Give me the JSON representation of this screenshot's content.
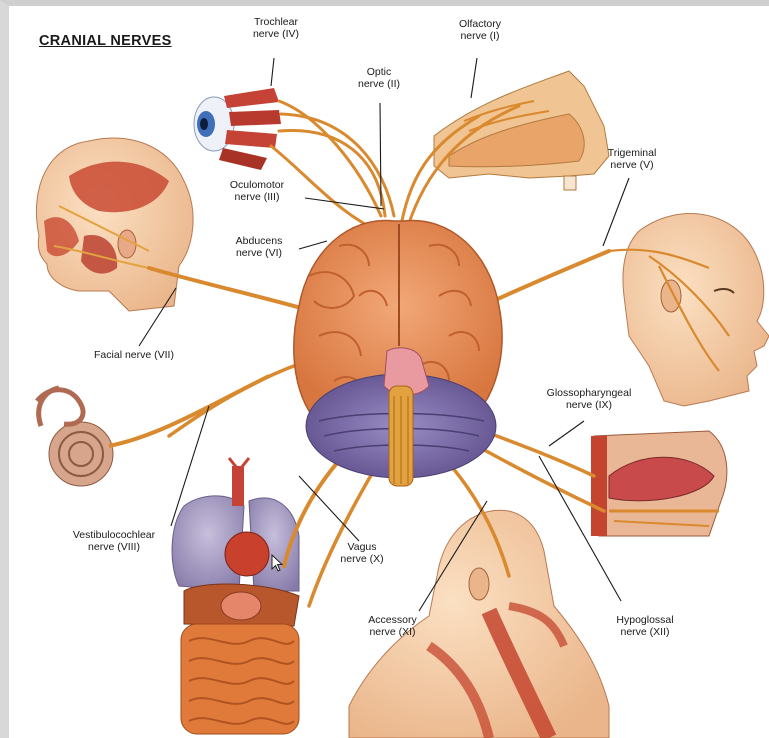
{
  "title": "CRANIAL NERVES",
  "labels": {
    "trochlear": [
      "Trochlear",
      "nerve (IV)"
    ],
    "olfactory": [
      "Olfactory",
      "nerve (I)"
    ],
    "optic": [
      "Optic",
      "nerve (II)"
    ],
    "trigeminal": [
      "Trigeminal",
      "nerve (V)"
    ],
    "oculomotor": [
      "Oculomotor",
      "nerve (III)"
    ],
    "abducens": [
      "Abducens",
      "nerve (VI)"
    ],
    "facial": [
      "Facial nerve (VII)"
    ],
    "glossopharyngeal": [
      "Glossopharyngeal",
      "nerve (IX)"
    ],
    "vestibulocochlear": [
      "Vestibulocochlear",
      "nerve (VIII)"
    ],
    "vagus": [
      "Vagus",
      "nerve (X)"
    ],
    "accessory": [
      "Accessory",
      "nerve (XI)"
    ],
    "hypoglossal": [
      "Hypoglossal",
      "nerve (XII)"
    ]
  },
  "colors": {
    "nerve": "#d9892e",
    "nerve_dark": "#a8621a",
    "brain": "#e7935a",
    "brain_fold": "#c96a35",
    "cerebellum": "#7a6aa8",
    "skin": "#f4caa0",
    "muscle": "#c4452f",
    "lung": "#9a8fb8",
    "intestine": "#e07a3a"
  }
}
